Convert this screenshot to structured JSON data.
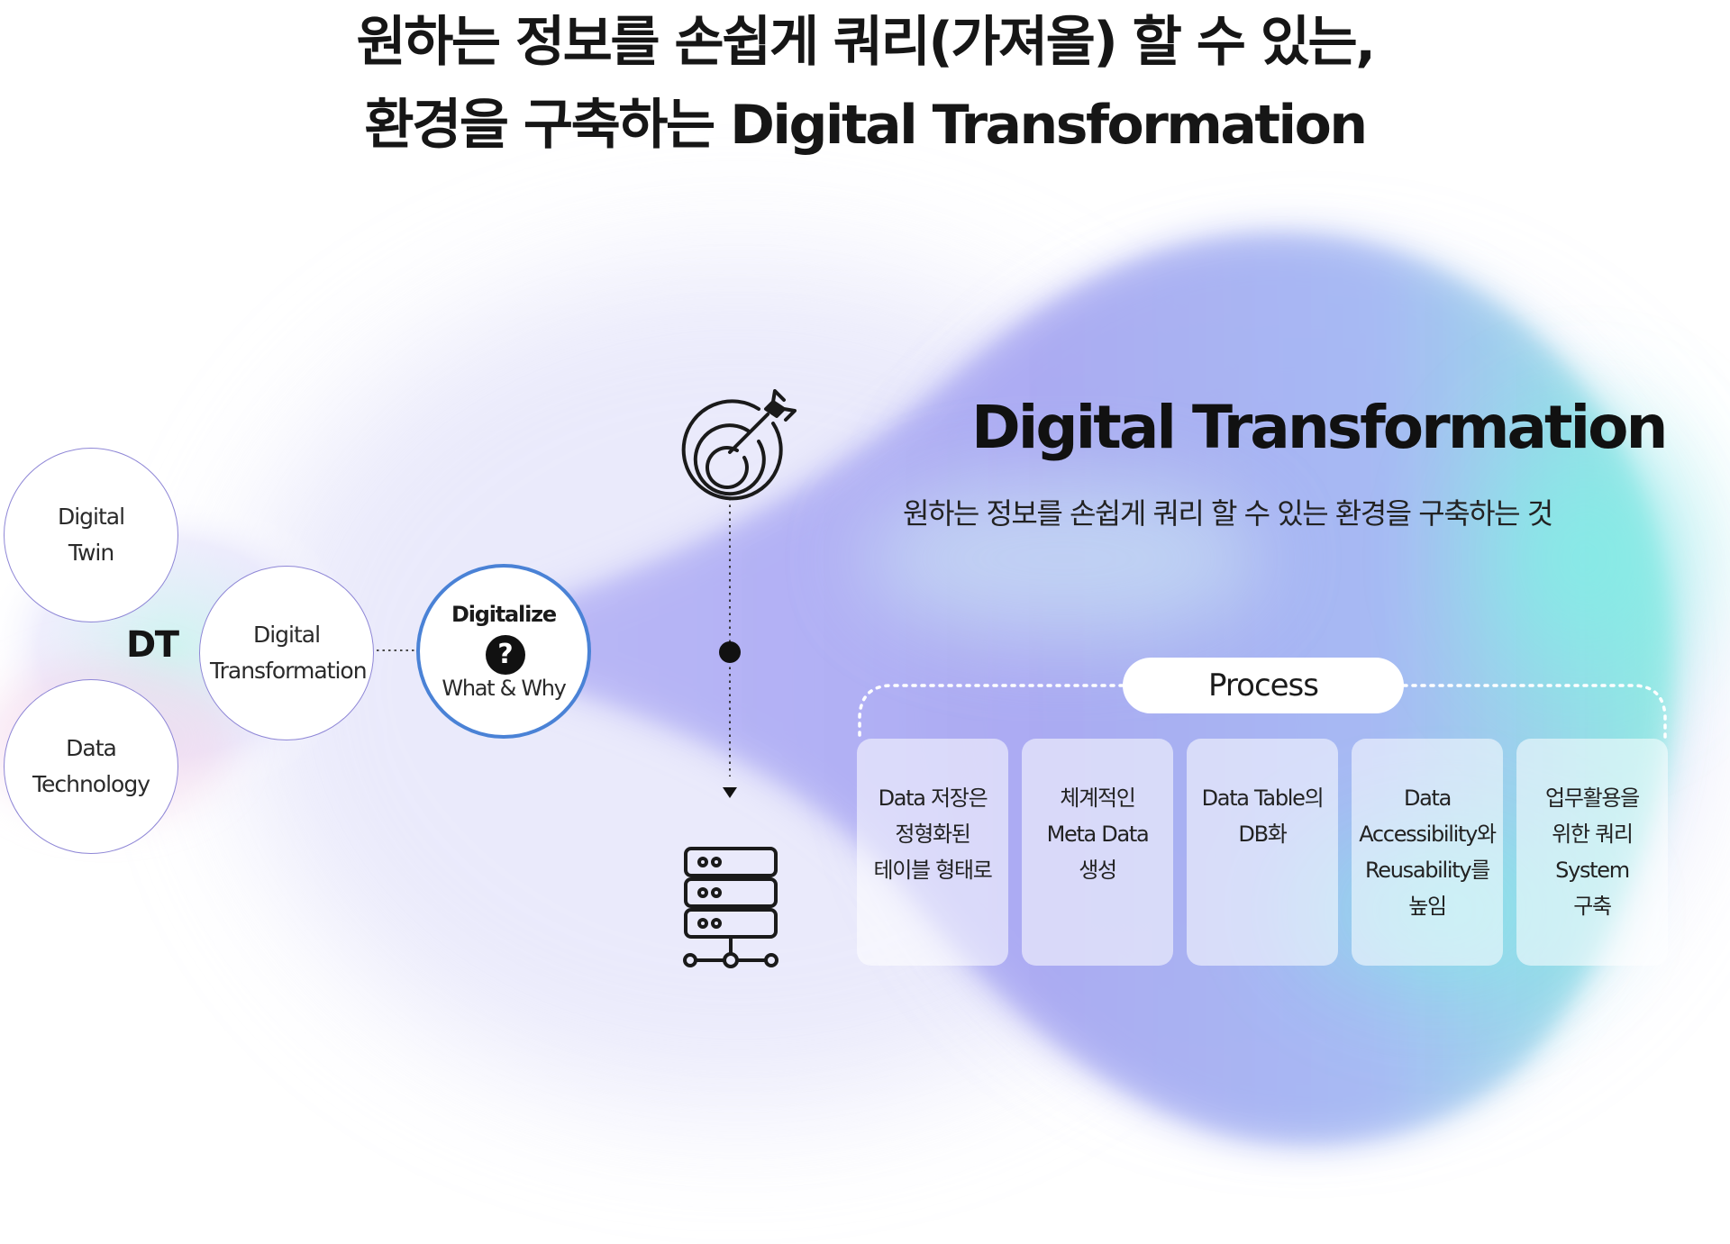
{
  "headline": {
    "line1": "원하는 정보를 손쉽게 쿼리(가져올) 할 수 있는,",
    "line2": "환경을 구축하는 Digital Transformation"
  },
  "dt_cluster": {
    "center_label": "DT",
    "circles": [
      {
        "label": "Digital\nTwin"
      },
      {
        "label": "Digital\nTransformation"
      },
      {
        "label": "Data\nTechnology"
      }
    ]
  },
  "digitalize": {
    "label": "Digitalize",
    "icon": "question-icon",
    "icon_glyph": "?",
    "sub_label": "What & Why"
  },
  "flow_icons": {
    "top": "target-icon",
    "bottom": "server-network-icon"
  },
  "dt_section": {
    "title": "Digital Transformation",
    "subtitle": "원하는 정보를 손쉽게 쿼리 할 수 있는 환경을 구축하는 것"
  },
  "process": {
    "label": "Process",
    "steps": [
      {
        "text": "Data 저장은\n정형화된\n테이블 형태로"
      },
      {
        "text": "체계적인\nMeta Data\n생성"
      },
      {
        "text": "Data Table의\nDB화"
      },
      {
        "text": "Data\nAccessibility와\nReusability를\n높임"
      },
      {
        "text": "업무활용을\n위한 쿼리\nSystem\n구축"
      }
    ]
  },
  "colors": {
    "accent_blue": "#4a82d6",
    "circle_border": "#8e86d6",
    "glow_purple": "#a9a8f2",
    "glow_cyan": "#84eee6"
  }
}
